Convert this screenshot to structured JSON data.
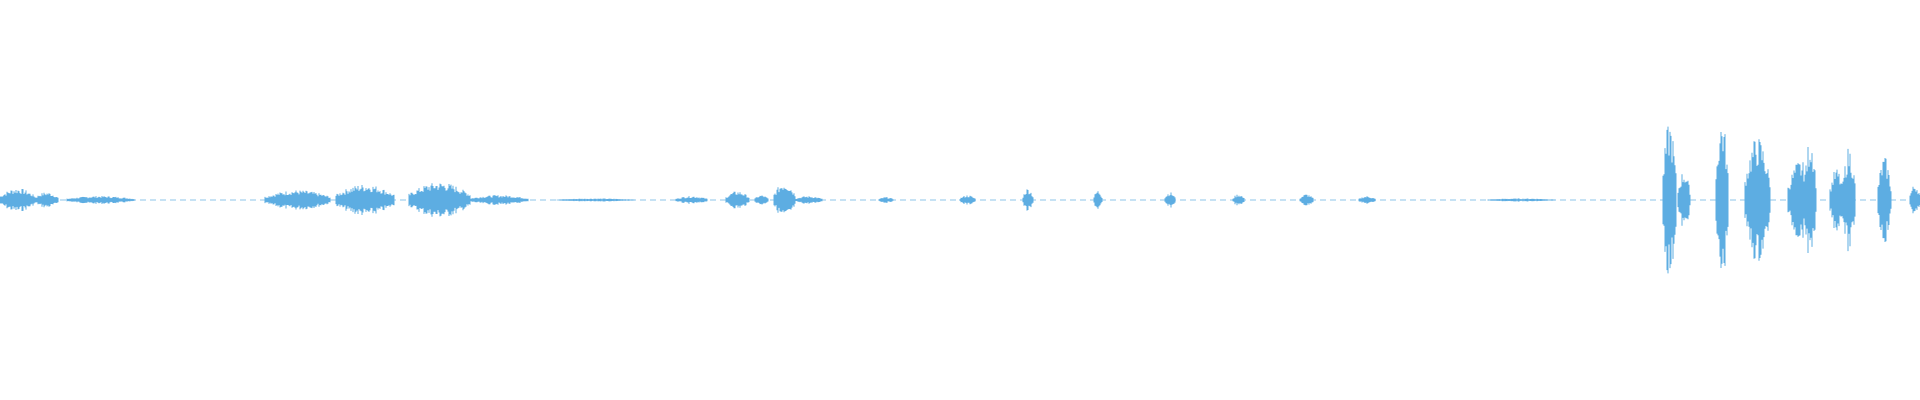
{
  "waveform": {
    "color": "#5dade2",
    "background": "#ffffff",
    "duration_samples": 1920,
    "segments": [
      {
        "start": 0.0,
        "end": 0.018,
        "amplitude": 0.06
      },
      {
        "start": 0.018,
        "end": 0.03,
        "amplitude": 0.04
      },
      {
        "start": 0.035,
        "end": 0.07,
        "amplitude": 0.02
      },
      {
        "start": 0.138,
        "end": 0.172,
        "amplitude": 0.05
      },
      {
        "start": 0.175,
        "end": 0.205,
        "amplitude": 0.08
      },
      {
        "start": 0.213,
        "end": 0.245,
        "amplitude": 0.09
      },
      {
        "start": 0.245,
        "end": 0.275,
        "amplitude": 0.025
      },
      {
        "start": 0.29,
        "end": 0.33,
        "amplitude": 0.008
      },
      {
        "start": 0.352,
        "end": 0.368,
        "amplitude": 0.02
      },
      {
        "start": 0.378,
        "end": 0.39,
        "amplitude": 0.045
      },
      {
        "start": 0.393,
        "end": 0.4,
        "amplitude": 0.025
      },
      {
        "start": 0.403,
        "end": 0.414,
        "amplitude": 0.09
      },
      {
        "start": 0.414,
        "end": 0.428,
        "amplitude": 0.02
      },
      {
        "start": 0.458,
        "end": 0.465,
        "amplitude": 0.015
      },
      {
        "start": 0.5,
        "end": 0.508,
        "amplitude": 0.025
      },
      {
        "start": 0.533,
        "end": 0.538,
        "amplitude": 0.06
      },
      {
        "start": 0.57,
        "end": 0.574,
        "amplitude": 0.05
      },
      {
        "start": 0.607,
        "end": 0.612,
        "amplitude": 0.04
      },
      {
        "start": 0.642,
        "end": 0.648,
        "amplitude": 0.03
      },
      {
        "start": 0.677,
        "end": 0.684,
        "amplitude": 0.03
      },
      {
        "start": 0.708,
        "end": 0.716,
        "amplitude": 0.02
      },
      {
        "start": 0.775,
        "end": 0.81,
        "amplitude": 0.008
      },
      {
        "start": 0.866,
        "end": 0.873,
        "amplitude": 0.4
      },
      {
        "start": 0.874,
        "end": 0.88,
        "amplitude": 0.15
      },
      {
        "start": 0.894,
        "end": 0.9,
        "amplitude": 0.42
      },
      {
        "start": 0.909,
        "end": 0.922,
        "amplitude": 0.32
      },
      {
        "start": 0.931,
        "end": 0.944,
        "amplitude": 0.2
      },
      {
        "start": 0.94,
        "end": 0.946,
        "amplitude": 0.33
      },
      {
        "start": 0.953,
        "end": 0.96,
        "amplitude": 0.16
      },
      {
        "start": 0.96,
        "end": 0.966,
        "amplitude": 0.27
      },
      {
        "start": 0.978,
        "end": 0.985,
        "amplitude": 0.22
      },
      {
        "start": 0.995,
        "end": 1.0,
        "amplitude": 0.08
      }
    ]
  }
}
